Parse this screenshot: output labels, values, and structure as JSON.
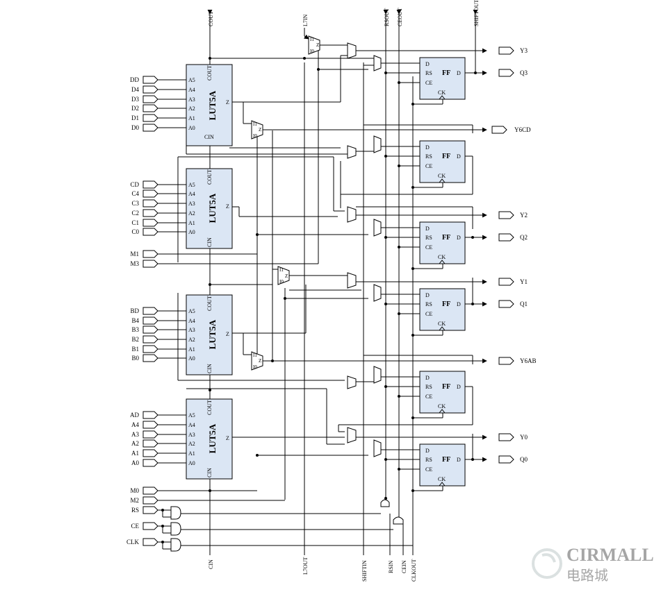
{
  "lut_blocks": [
    {
      "title": "LUT5A",
      "inputs": [
        "A5",
        "A4",
        "A3",
        "A2",
        "A1",
        "A0"
      ],
      "carry_out": "COUT",
      "carry_in": "CIN",
      "output": "Z"
    },
    {
      "title": "LUT5A",
      "inputs": [
        "A5",
        "A4",
        "A3",
        "A2",
        "A1",
        "A0"
      ],
      "carry_out": "COUT",
      "carry_in": "CIN",
      "output": "Z"
    },
    {
      "title": "LUT5A",
      "inputs": [
        "A5",
        "A4",
        "A3",
        "A2",
        "A1",
        "A0"
      ],
      "carry_out": "COUT",
      "carry_in": "CIN",
      "output": "Z"
    },
    {
      "title": "LUT5A",
      "inputs": [
        "A5",
        "A4",
        "A3",
        "A2",
        "A1",
        "A0"
      ],
      "carry_out": "COUT",
      "carry_in": "CIN",
      "output": "Z"
    }
  ],
  "flipflops": [
    {
      "title": "FF",
      "pins": [
        "D",
        "RS",
        "CE"
      ],
      "out": "D",
      "clk": "CK"
    },
    {
      "title": "FF",
      "pins": [
        "D",
        "RS",
        "CE"
      ],
      "out": "D",
      "clk": "CK"
    },
    {
      "title": "FF",
      "pins": [
        "D",
        "RS",
        "CE"
      ],
      "out": "D",
      "clk": "CK"
    },
    {
      "title": "FF",
      "pins": [
        "D",
        "RS",
        "CE"
      ],
      "out": "D",
      "clk": "CK"
    },
    {
      "title": "FF",
      "pins": [
        "D",
        "RS",
        "CE"
      ],
      "out": "D",
      "clk": "CK"
    },
    {
      "title": "FF",
      "pins": [
        "D",
        "RS",
        "CE"
      ],
      "out": "D",
      "clk": "CK"
    }
  ],
  "mux": {
    "in1": "I1",
    "in0": "I0",
    "out": "Z"
  },
  "input_groups": [
    [
      "DD",
      "D4",
      "D3",
      "D2",
      "D1",
      "D0"
    ],
    [
      "CD",
      "C4",
      "C3",
      "C2",
      "C1",
      "C0"
    ],
    [
      "BD",
      "B4",
      "B3",
      "B2",
      "B1",
      "B0"
    ],
    [
      "AD",
      "A4",
      "A3",
      "A2",
      "A1",
      "A0"
    ]
  ],
  "select_inputs": {
    "m1": "M1",
    "m3": "M3",
    "m0": "M0",
    "m2": "M2"
  },
  "control_inputs": [
    "RS",
    "CE",
    "CLK"
  ],
  "outputs": {
    "y3": "Y3",
    "q3": "Q3",
    "y6cd": "Y6CD",
    "y2": "Y2",
    "q2": "Q2",
    "y1": "Y1",
    "q1": "Q1",
    "y6ab": "Y6AB",
    "y0": "Y0",
    "q0": "Q0"
  },
  "top_signals": {
    "cout": "COUT",
    "l7in": "L7IN",
    "rsout": "RSOUT",
    "ceout": "CEOUT",
    "shiftout": "SHIFTOUT"
  },
  "bottom_signals": {
    "cin": "CIN",
    "l7out": "L7OUT",
    "shiftin": "SHIFTIN",
    "rsin": "RSIN",
    "cein": "CEIN",
    "clkout": "CLKOUT"
  },
  "watermark": {
    "brand": "CIRMALL",
    "sub": "电路城"
  }
}
